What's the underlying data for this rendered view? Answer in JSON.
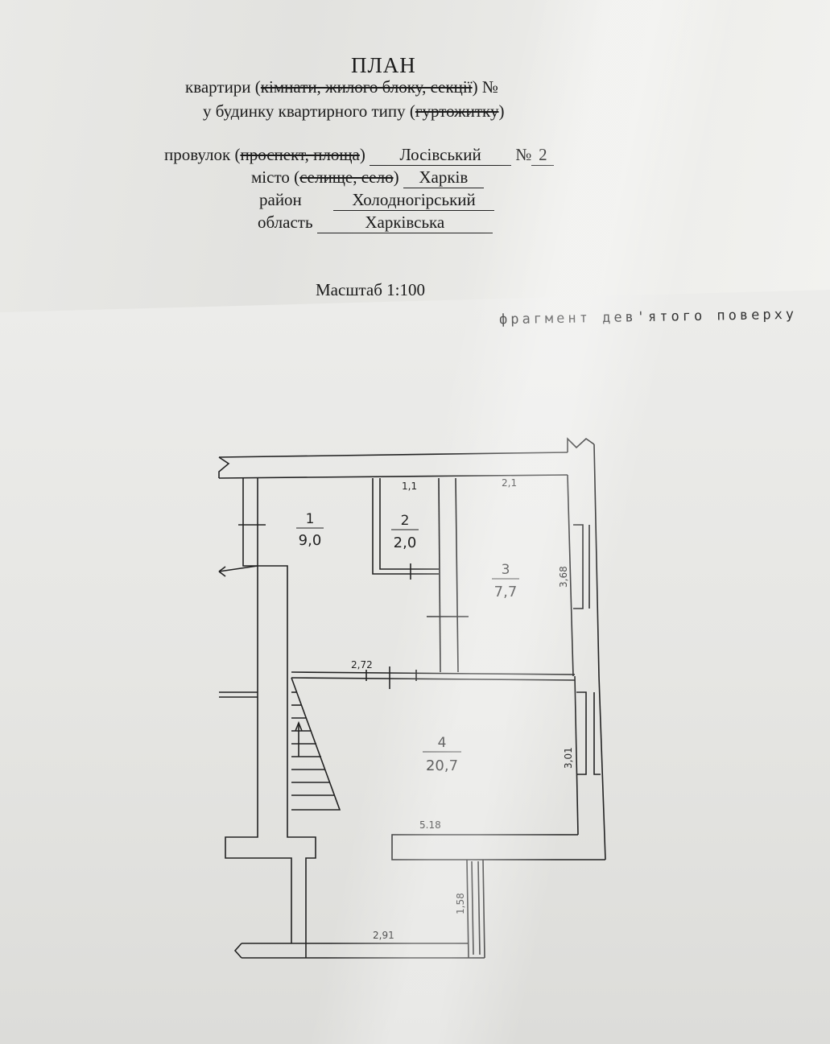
{
  "header": {
    "title": "ПЛАН",
    "line1_prefix": "квартири (",
    "line1_struck": "кімнати, жилого блоку, секції",
    "line1_suffix": ") №",
    "line2_prefix": "у будинку квартирного типу (",
    "line2_struck": "гуртожитку",
    "line2_suffix": ")",
    "street_label": "провулок (",
    "street_struck": "проспект, площа",
    "street_close": ")",
    "street_value": "Лосівський",
    "number_label": "№",
    "number_value": "2",
    "city_label": "місто (",
    "city_struck": "селище, село",
    "city_close": ")",
    "city_value": "Харків",
    "district_label": "район",
    "district_value": "Холодногірський",
    "region_label": "область",
    "region_value": "Харківська",
    "scale": "Масштаб 1:100"
  },
  "plan": {
    "fragment_caption": "фрагмент дев'ятого поверху",
    "rooms": [
      {
        "number": "1",
        "area": "9,0"
      },
      {
        "number": "2",
        "area": "2,0"
      },
      {
        "number": "3",
        "area": "7,7"
      },
      {
        "number": "4",
        "area": "20,7"
      }
    ],
    "dimensions": [
      "1,1",
      "2,1",
      "3,68",
      "2,72",
      "3,01",
      "5.18",
      "1,58",
      "2,91"
    ]
  }
}
